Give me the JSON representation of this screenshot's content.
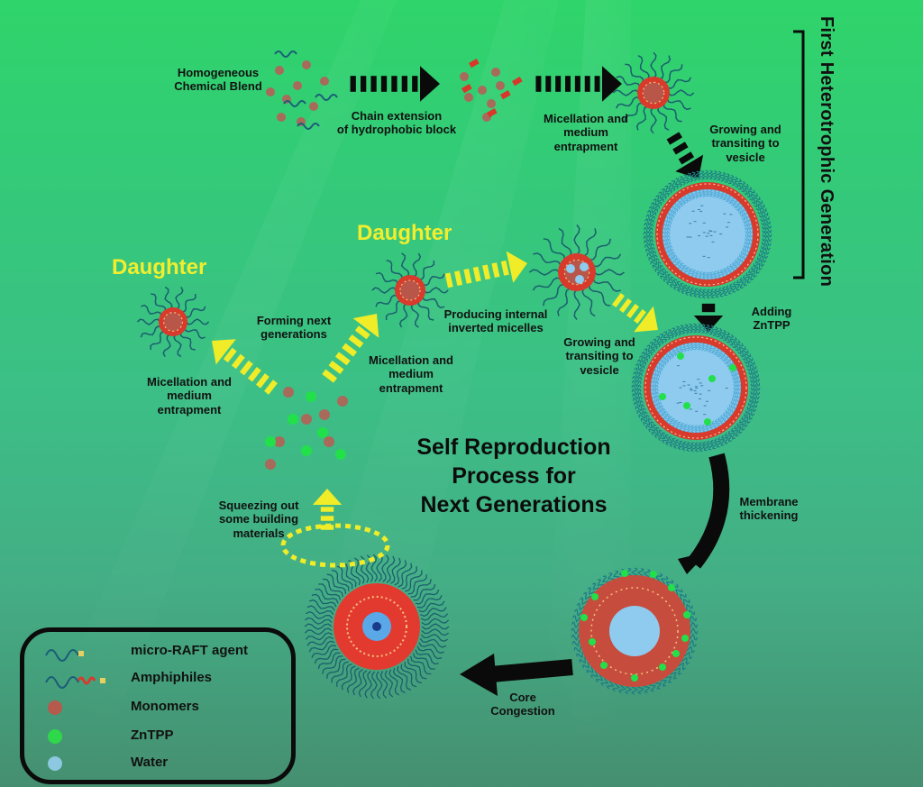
{
  "diagram": {
    "title": "Self Reproduction\nProcess for\nNext Generations",
    "generation_label": "First Heterotrophic Generation",
    "daughter_labels": [
      "Daughter",
      "Daughter"
    ],
    "steps": {
      "homogeneous_blend": "Homogeneous\nChemical Blend",
      "chain_extension": "Chain extension\nof hydrophobic block",
      "micellation_top": "Micellation and\nmedium\nentrapment",
      "growing_top": "Growing and\ntransiting to\nvesicle",
      "adding_zntpp": "Adding\nZnTPP",
      "membrane_thickening": "Membrane\nthickening",
      "core_congestion": "Core\nCongestion",
      "squeezing_out": "Squeezing out\nsome building\nmaterials",
      "forming_next": "Forming next\ngenerations",
      "micellation_left": "Micellation and\nmedium\nentrapment",
      "micellation_mid": "Micellation and\nmedium\nentrapment",
      "producing_inverted": "Producing internal\ninverted micelles",
      "growing_mid": "Growing and\ntransiting to\nvesicle"
    },
    "legend": [
      {
        "icon": "micro-raft-agent-icon",
        "label": "micro-RAFT agent"
      },
      {
        "icon": "amphiphile-icon",
        "label": "Amphiphiles"
      },
      {
        "icon": "monomer-icon",
        "label": "Monomers",
        "color": "#b55a4c"
      },
      {
        "icon": "zntpp-icon",
        "label": "ZnTPP",
        "color": "#2ed84a"
      },
      {
        "icon": "water-icon",
        "label": "Water",
        "color": "#8cc8e0"
      }
    ],
    "colors": {
      "monomer": "#a86a5a",
      "zntpp": "#22e04a",
      "water": "#8ecbef",
      "membrane": "#d83a2c",
      "chain": "#1a5d78",
      "arrow_black": "#0a0a0a",
      "arrow_yellow": "#f0ec28",
      "daughter_text": "#f2ee2e"
    }
  }
}
